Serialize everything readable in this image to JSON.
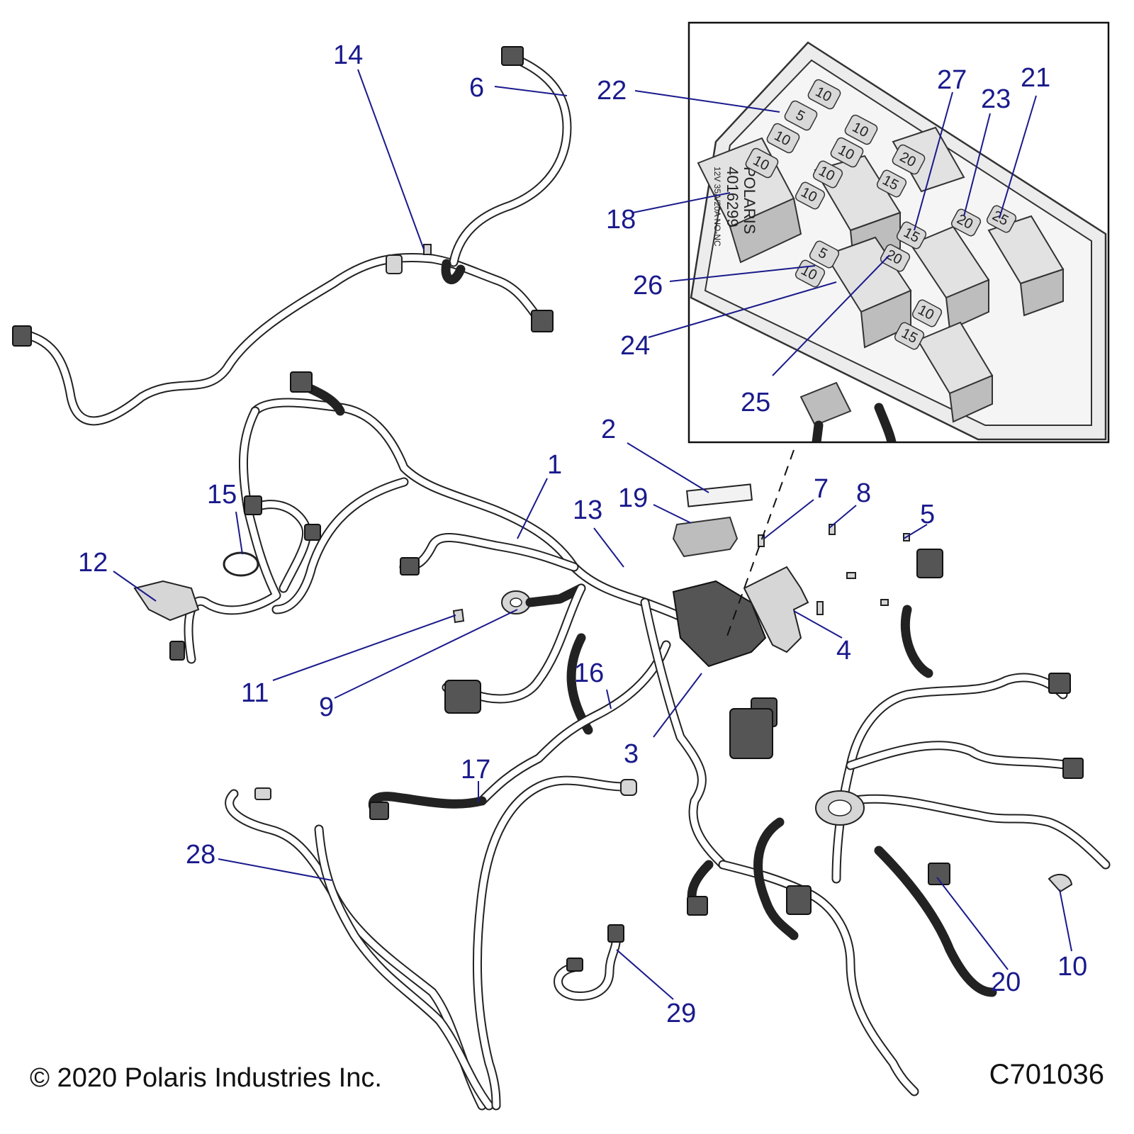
{
  "copyright": "© 2020 Polaris Industries Inc.",
  "drawing_number": "C701036",
  "callout_color": "#1a1a8c",
  "callouts": [
    "1",
    "2",
    "3",
    "4",
    "5",
    "6",
    "7",
    "8",
    "9",
    "10",
    "11",
    "12",
    "13",
    "14",
    "15",
    "16",
    "17",
    "18",
    "19",
    "20",
    "21",
    "22",
    "23",
    "24",
    "25",
    "26",
    "27",
    "28",
    "29"
  ],
  "relay_label": {
    "brand": "POLARIS",
    "part_number": "4016299",
    "rating": "12V 35A/20A NO-NC"
  },
  "fuse_ratings": [
    "10",
    "5",
    "10",
    "10",
    "10",
    "10",
    "20",
    "10",
    "10",
    "15",
    "5",
    "10",
    "15",
    "20",
    "20",
    "25",
    "10",
    "15"
  ]
}
